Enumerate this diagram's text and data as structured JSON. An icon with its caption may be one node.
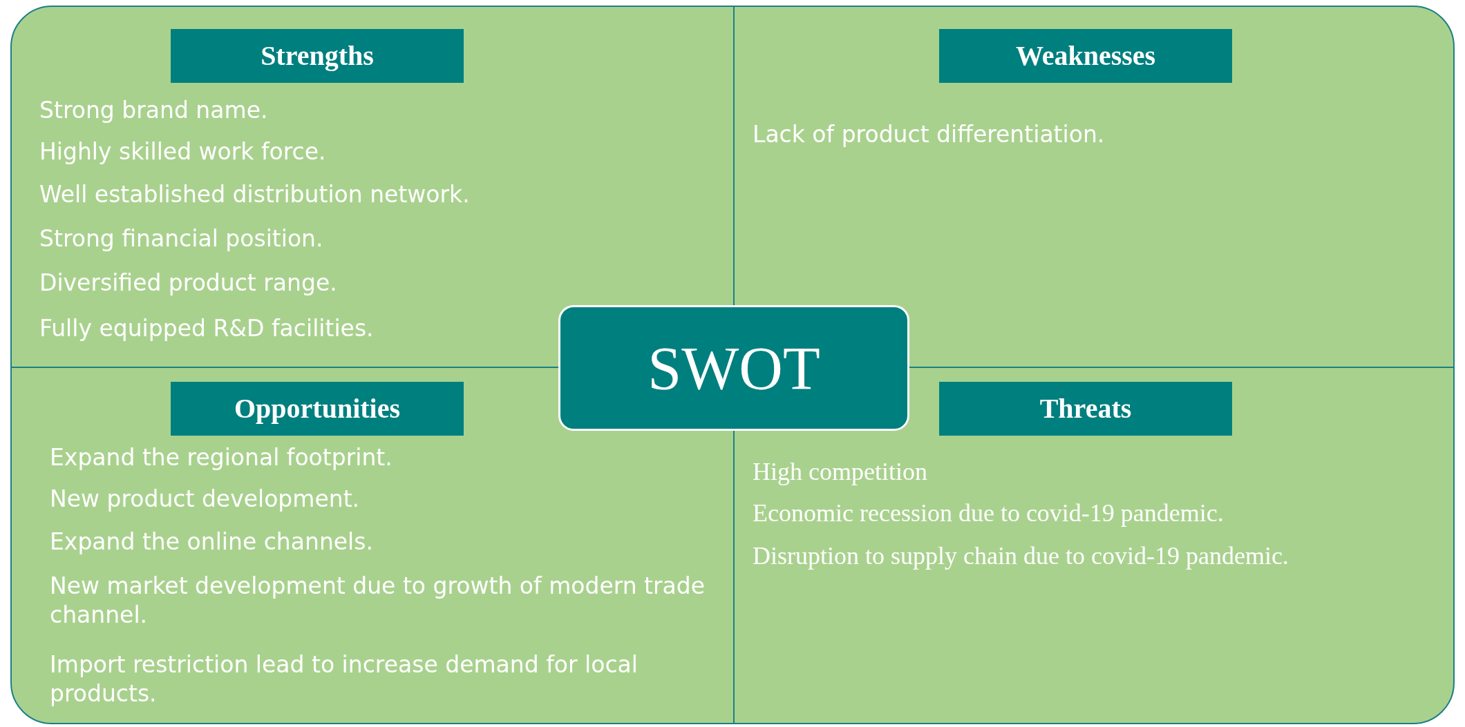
{
  "diagram": {
    "nodes": [
      {
        "text": [
          "Strengths",
          "Strong brand name.",
          "Highly skilled work force.",
          "Well established distribution network.",
          "Strong financial position.",
          "Diversified product range.",
          "Fully equipped R&D facilities."
        ]
      },
      {
        "text": [
          "Weaknesses",
          "Lack of product differentiation."
        ]
      },
      {
        "text": [
          "SWOT"
        ]
      },
      {
        "text": [
          "Opportunities",
          "Expand the regional footprint.",
          "New product development.",
          "Expand the online channels.",
          "New market development due to growth of modern trade channel.",
          "Import restriction lead to increase demand for local products."
        ]
      },
      {
        "text": [
          "Threats",
          "High competition",
          "Economic recession due to covid-19 pandemic.",
          "Disruption to supply chain due to covid-19 pandemic."
        ]
      }
    ],
    "edges": []
  }
}
